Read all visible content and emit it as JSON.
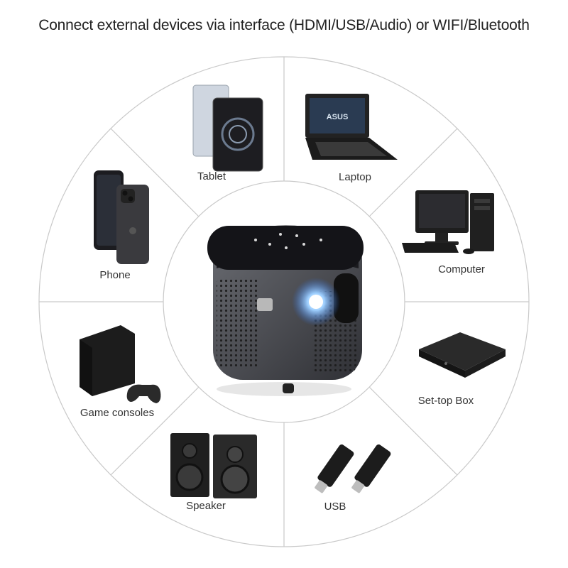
{
  "headline": "Connect external devices via interface (HDMI/USB/Audio) or WIFI/Bluetooth",
  "colors": {
    "ring_line": "#c9c9c9",
    "device_dark": "#1c1c1c",
    "projector_body": "#4a4c52",
    "lens_glow": "#5aa8ff"
  },
  "laptop_brand": "ASUS",
  "devices": [
    {
      "id": "tablet",
      "label": "Tablet",
      "icon": "tablet-icon"
    },
    {
      "id": "laptop",
      "label": "Laptop",
      "icon": "laptop-icon"
    },
    {
      "id": "computer",
      "label": "Computer",
      "icon": "desktop-computer-icon"
    },
    {
      "id": "settop",
      "label": "Set-top Box",
      "icon": "set-top-box-icon"
    },
    {
      "id": "usb",
      "label": "USB",
      "icon": "usb-drive-icon"
    },
    {
      "id": "speaker",
      "label": "Speaker",
      "icon": "speaker-icon"
    },
    {
      "id": "game",
      "label": "Game consoles",
      "icon": "game-console-icon"
    },
    {
      "id": "phone",
      "label": "Phone",
      "icon": "phone-icon"
    }
  ],
  "center": {
    "icon": "mini-projector-icon"
  }
}
